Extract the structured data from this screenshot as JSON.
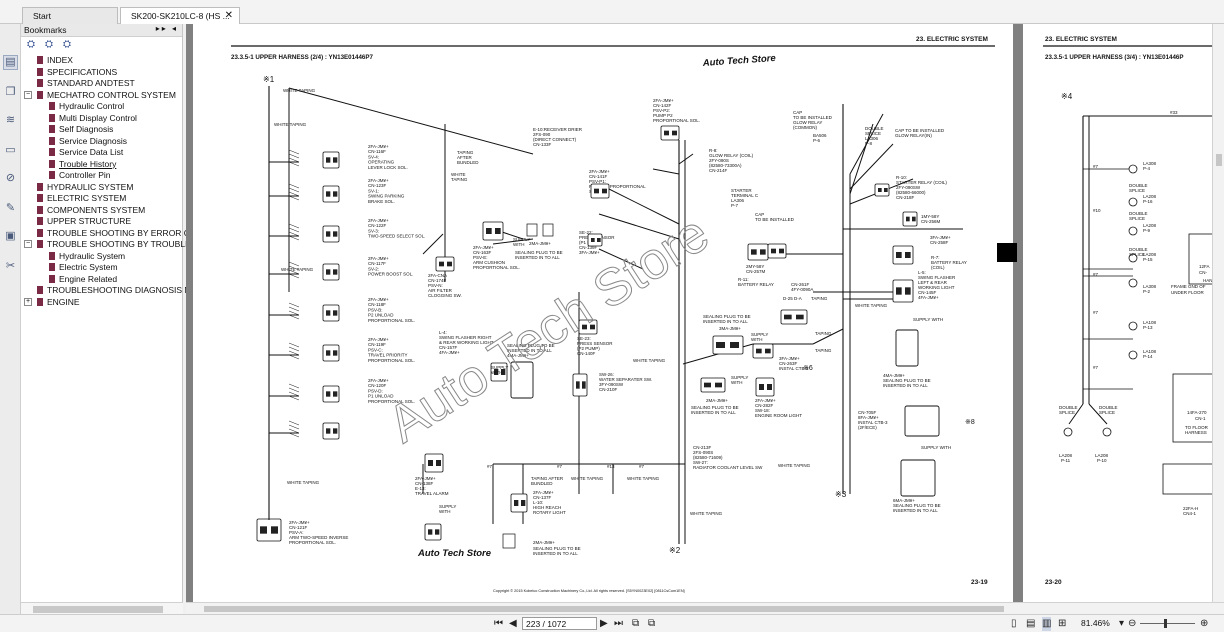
{
  "tabs": {
    "start": "Start",
    "doc": "SK200-SK210LC-8 (HS ..."
  },
  "bookmarks": {
    "title": "Bookmarks",
    "items": [
      {
        "label": "INDEX"
      },
      {
        "label": "SPECIFICATIONS"
      },
      {
        "label": "STANDARD ANDTEST"
      },
      {
        "label": "MECHATRO CONTROL SYSTEM"
      },
      {
        "label": "Hydraulic Control"
      },
      {
        "label": "Multi Display Control"
      },
      {
        "label": "Self Diagnosis"
      },
      {
        "label": "Service Diagnosis"
      },
      {
        "label": "Service Data List"
      },
      {
        "label": "Trouble History"
      },
      {
        "label": "Controller Pin"
      },
      {
        "label": "HYDRAULIC SYSTEM"
      },
      {
        "label": "ELECTRIC SYSTEM"
      },
      {
        "label": "COMPONENTS SYSTEM"
      },
      {
        "label": "UPPER STRUCTURE"
      },
      {
        "label": "TROUBLE SHOOTING BY ERROR CODI"
      },
      {
        "label": "TROUBLE SHOOTING BY TROUBLE"
      },
      {
        "label": "Hydraulic System"
      },
      {
        "label": "Electric System"
      },
      {
        "label": "Engine Related"
      },
      {
        "label": "TROUBLESHOOTING DIAGNOSIS MOD"
      },
      {
        "label": "ENGINE"
      }
    ]
  },
  "page1": {
    "section": "23. ELECTRIC SYSTEM",
    "heading": "23.3.5-1     UPPER HARNESS (2/4) : YN13E01446P7",
    "page_no": "23-19",
    "copyright": "Copyright © 2015 Kobelco Construction Machinery Co.,Ltd. All rights reserved. [S5YN0023E02] [0811CsCom1EN]",
    "watermark_main": "Auto Tech Store",
    "watermark_top": "Auto Tech Store",
    "watermark_bottom": "Auto Tech Store",
    "ref1": "※1",
    "ref2": "※2",
    "ref3": "※3",
    "ref6": "※6",
    "ref8": "※8",
    "labels": {
      "l1": "WHITE TAPING",
      "l2": "WHITE TAPING",
      "l3": "2FA-JM¥+",
      "l4": "CN-116F",
      "l5": "SV-4:",
      "l6": "OPERATING",
      "l7": "LEVER LOCK SOL.",
      "l8": "2FA-JM¥+",
      "l9": "CN-123F",
      "l10": "SV-1:",
      "l11": "SWING PARKING",
      "l12": "BRAKE SOL.",
      "l13": "2FA-JM¥+",
      "l14": "CN-122F",
      "l15": "SV-3:",
      "l16": "TWO-SPEED SELECT SOL.",
      "l17": "WHITE TAPING",
      "l18": "2FA-JM¥+",
      "l19": "CN-117F",
      "l20": "SV-2:",
      "l21": "POWER BOOST SOL.",
      "l22": "2FA-JM¥+",
      "l23": "CN-118F",
      "l24": "PSV-B:",
      "l25": "P2 UNLOAD",
      "l26": "PROPORTIONAL SOL.",
      "l27": "2FA-JM¥+",
      "l28": "CN-119F",
      "l29": "PSV-C:",
      "l30": "TRAVEL PRIORITY",
      "l31": "PROPORTIONAL SOL.",
      "l32": "2FA-JM¥+",
      "l33": "CN-120F",
      "l34": "PSV-D:",
      "l35": "P1 UNLOAD",
      "l36": "PROPORTIONAL SOL.",
      "l37": "WHITE TAPING",
      "l38": "2FA-JM¥+",
      "l39": "CN-121F",
      "l40": "PSV-A:",
      "l41": "ARM TWO-SPEED INVERSE",
      "l42": "PROPORTIONAL SOL.",
      "l43": "TAPING",
      "l44": "AFTER",
      "l45": "BUNDLED",
      "l46": "WHITE",
      "l47": "TAPING",
      "l48": "E-10:RECEIVER DRIER",
      "l49": "2FS-090",
      "l50": "(DIRECT CONNECT)",
      "l51": "CN-133F",
      "l52": "2FA-CNA",
      "l53": "CN-174F",
      "l54": "PSV-N:",
      "l55": "AIR FILTER",
      "l56": "CLOGGING SW.",
      "l57": "2FA-JM¥+",
      "l58": "CN-163F",
      "l59": "PSV-E:",
      "l60": "ARM CUSHION",
      "l61": "PROPORTIONAL SOL.",
      "l62": "SUPPLY",
      "l63": "WITH",
      "l64": "2MA-JM¥+",
      "l65": "SEALING PLUG TO BE",
      "l66": "INSERTED IN TO ALL",
      "l67": "2FA-JM¥+",
      "l68": "CN-142F",
      "l69": "PSV-P2:",
      "l70": "PUMP P2",
      "l71": "PROPORTIONAL SOL.",
      "l72": "2FA-JM¥+",
      "l73": "CN-141F",
      "l74": "PSV-P1:",
      "l75": "PUMP P1 PROPORTIONAL",
      "l76": "SOL.",
      "l77": "SE-22:",
      "l78": "PRESS SENSOR",
      "l79": "(P1 PUMP)",
      "l80": "CN-139F",
      "l81": "3FA-JM¥+",
      "l82": "L-4:",
      "l83": "SWING FLASHER RIGHT",
      "l84": "& REAR WORKING LIGHT",
      "l85": "CN-157F",
      "l86": "4FA-JM¥+",
      "l87": "SEALING PLUG TO BE",
      "l88": "INSERTED IN TO ALL",
      "l89": "4MA-JM¥+",
      "l90": "SUPPLY",
      "l91": "WITH",
      "l92": "SE-23:",
      "l93": "PRESS SENSOR",
      "l94": "(P2 PUMP)",
      "l95": "CN-140F",
      "l96": "SW-26:",
      "l97": "WATER SEPARATER SW.",
      "l98": "3FY-090SW",
      "l99": "CN-210F",
      "l100": "WHITE TAPING",
      "l101": "2FA-JM¥+",
      "l102": "CN-138F",
      "l103": "E-13:",
      "l104": "TRAVEL ALARM",
      "l105": "SUPPLY",
      "l106": "WITH",
      "l107": "TAPING AFTER",
      "l108": "BUNDLED",
      "l109": "WHITE TAPING",
      "l110": "WHITE TAPING",
      "l111": "2FA-JM¥+",
      "l112": "CN-137F",
      "l113": "L-10:",
      "l114": "HIGH REACH",
      "l115": "ROTARY LIGHT",
      "l116": "2MA-JM¥+",
      "l117": "SEALING PLUG TO BE",
      "l118": "INSERTED IN TO ALL",
      "l119": "#7",
      "l120": "#7",
      "l121": "#13",
      "l122": "#7",
      "l123": "R-8:",
      "l124": "GLOW RELAY (COIL)",
      "l125": "2FY-090S",
      "l126": "(82580-73300A)",
      "l127": "CN-214F",
      "l128": "CAP",
      "l129": "TO BE INSTALLED",
      "l130": "GLOW RELAY",
      "l131": "(COMMON)",
      "l132": "BA506",
      "l133": "P-6",
      "l134": "DOUBLE",
      "l135": "SPLICE",
      "l136": "LA306",
      "l137": "P-8",
      "l138": "CAP TO BE INSTALLED",
      "l139": "GLOW RELAY(IN)",
      "l140": "R-10:",
      "l141": "STARTER RELAY (COIL)",
      "l142": "2FY-090SW",
      "l143": "(82580-66000)",
      "l144": "CN-218F",
      "l145": "STARTER",
      "l146": "TERMINAL C",
      "l147": "LA306",
      "l148": "P-7",
      "l149": "CAP",
      "l150": "TO BE INSTALLED",
      "l151": "1MY-58Y",
      "l152": "CN-256M",
      "l153": "2MY-58Y",
      "l154": "CN-257M",
      "l155": "R-11:",
      "l156": "BATTERY RELAY",
      "l157": "3FA-JM¥+",
      "l158": "CN-258F",
      "l159": "R-7:",
      "l160": "BATTERY RELAY",
      "l161": "(COIL)",
      "l162": "CN-261F",
      "l163": "4FY-0090A",
      "l164": "D-25 D-A",
      "l165": "TAPING",
      "l166": "L-5:",
      "l167": "SWING FLASHER",
      "l168": "LEFT & REAR",
      "l169": "WORKING LIGHT",
      "l170": "CN-145F",
      "l171": "4FA-JM¥+",
      "l172": "WHITE TAPING",
      "l173": "SUPPLY WITH",
      "l174": "4MA-JM¥+",
      "l175": "SEALING PLUG TO BE",
      "l176": "INSERTED IN TO ALL",
      "l177": "SEALING PLUG TO BE",
      "l178": "INSERTED IN TO ALL",
      "l179": "3MA-JM¥+",
      "l180": "SUPPLY",
      "l181": "WITH",
      "l182": "3FA-JM¥+",
      "l183": "CN-263F",
      "l184": "INSTAL CTB-3",
      "l185": "TAPING",
      "l186": "TAPING",
      "l187": "2MA-JM¥+",
      "l188": "SEALING PLUG TO BE",
      "l189": "INSERTED IN TO ALL",
      "l190": "SUPPLY",
      "l191": "WITH",
      "l192": "2FA-JM¥+",
      "l193": "CN-282F",
      "l194": "SW-18:",
      "l195": "ENGINE ROOM LIGHT",
      "l196": "CN-705F",
      "l197": "8FA-JM¥+",
      "l198": "INSTAL CTB-3",
      "l199": "(2F/ECE)",
      "l200": "CN-213F",
      "l201": "2FS-090S",
      "l202": "(82580-71609)",
      "l203": "SW-27:",
      "l204": "RADIATOR COOLANT LEVEL SW",
      "l205": "WHITE TAPING",
      "l206": "SUPPLY WITH",
      "l207": "WHITE TAPING",
      "l208": "6MA-JM¥+",
      "l209": "SEALING PLUG TO BE",
      "l210": "INSERTED IN TO ALL"
    }
  },
  "page2": {
    "section": "23. ELECTRIC SYSTEM",
    "heading": "23.3.5-1     UPPER HARNESS (3/4) : YN13E01446P",
    "page_no": "23-20",
    "ref4": "※4",
    "labels": {
      "a1": "#33",
      "a2": "#7",
      "a3": "#10",
      "a4": "#7",
      "a5": "#7",
      "a6": "#7",
      "a7": "LA308",
      "a8": "P-4",
      "a9": "DOUBLE",
      "a10": "SPLICE",
      "a11": "LA208",
      "a12": "P-16",
      "a13": "DOUBLE",
      "a14": "SPLICE",
      "a15": "LA208",
      "a16": "P-9",
      "a17": "DOUBLE",
      "a18": "SPLICE",
      "a19": "LA208",
      "a20": "P-15",
      "a21": "LA308",
      "a22": "P-2",
      "a23": "LA108",
      "a24": "P-13",
      "a25": "LA108",
      "a26": "P-14",
      "a27": "DOUBLE",
      "a28": "SPLICE",
      "a29": "LA208",
      "a30": "P-11",
      "a31": "DOUBLE",
      "a32": "SPLICE",
      "a33": "LA208",
      "a34": "P-10",
      "a35": "12FA",
      "a36": "CN-",
      "a37": "HAND",
      "a38": "FRAME GND OF",
      "a39": "UNDER FLOOR",
      "a40": "14FA-270",
      "a41": "CN-1",
      "a42": "TO FLOOR",
      "a43": "HARNESS",
      "a44": "22FA-H",
      "a45": "CN4-1"
    }
  },
  "status": {
    "page_input": "223 / 1072",
    "zoom": "81.46%"
  }
}
